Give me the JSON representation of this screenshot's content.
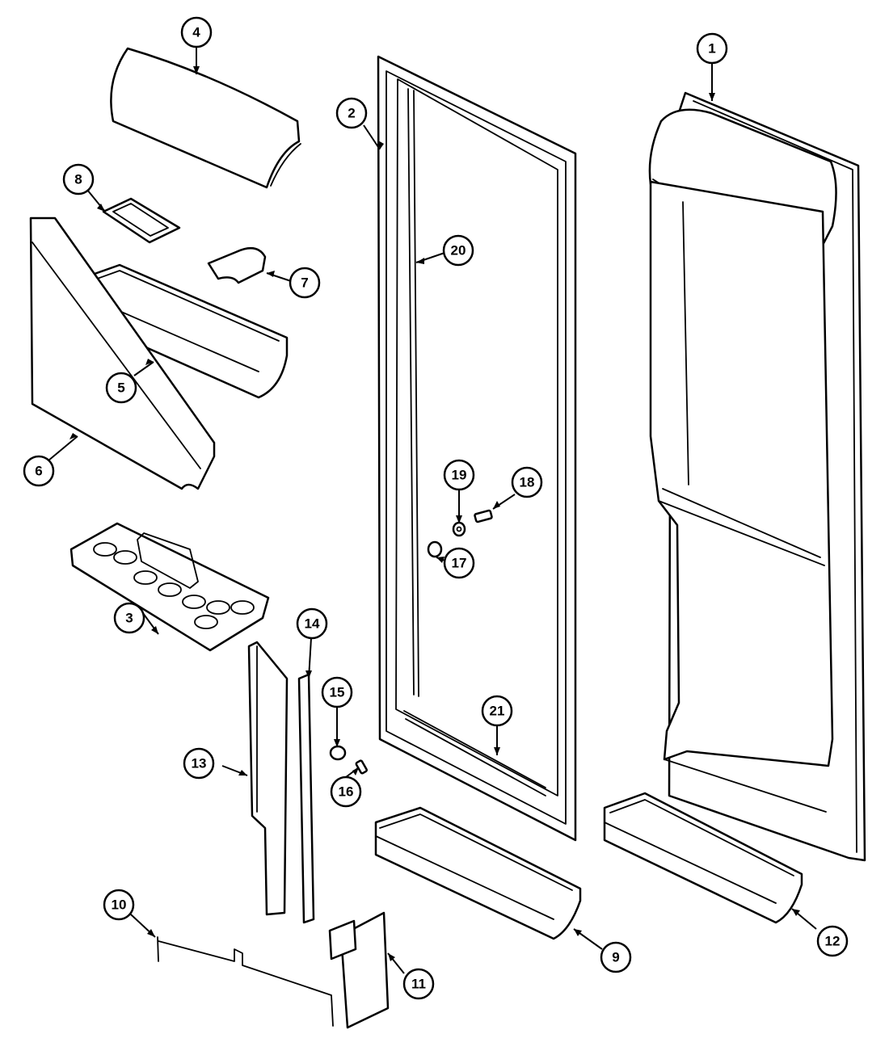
{
  "callouts": [
    {
      "key": "c1",
      "label": "1"
    },
    {
      "key": "c2",
      "label": "2"
    },
    {
      "key": "c3",
      "label": "3"
    },
    {
      "key": "c4",
      "label": "4"
    },
    {
      "key": "c5",
      "label": "5"
    },
    {
      "key": "c6",
      "label": "6"
    },
    {
      "key": "c7",
      "label": "7"
    },
    {
      "key": "c8",
      "label": "8"
    },
    {
      "key": "c9",
      "label": "9"
    },
    {
      "key": "c10",
      "label": "10"
    },
    {
      "key": "c11",
      "label": "11"
    },
    {
      "key": "c12",
      "label": "12"
    },
    {
      "key": "c13",
      "label": "13"
    },
    {
      "key": "c14",
      "label": "14"
    },
    {
      "key": "c15",
      "label": "15"
    },
    {
      "key": "c16",
      "label": "16"
    },
    {
      "key": "c17",
      "label": "17"
    },
    {
      "key": "c18",
      "label": "18"
    },
    {
      "key": "c19",
      "label": "19"
    },
    {
      "key": "c20",
      "label": "20"
    },
    {
      "key": "c21",
      "label": "21"
    }
  ]
}
